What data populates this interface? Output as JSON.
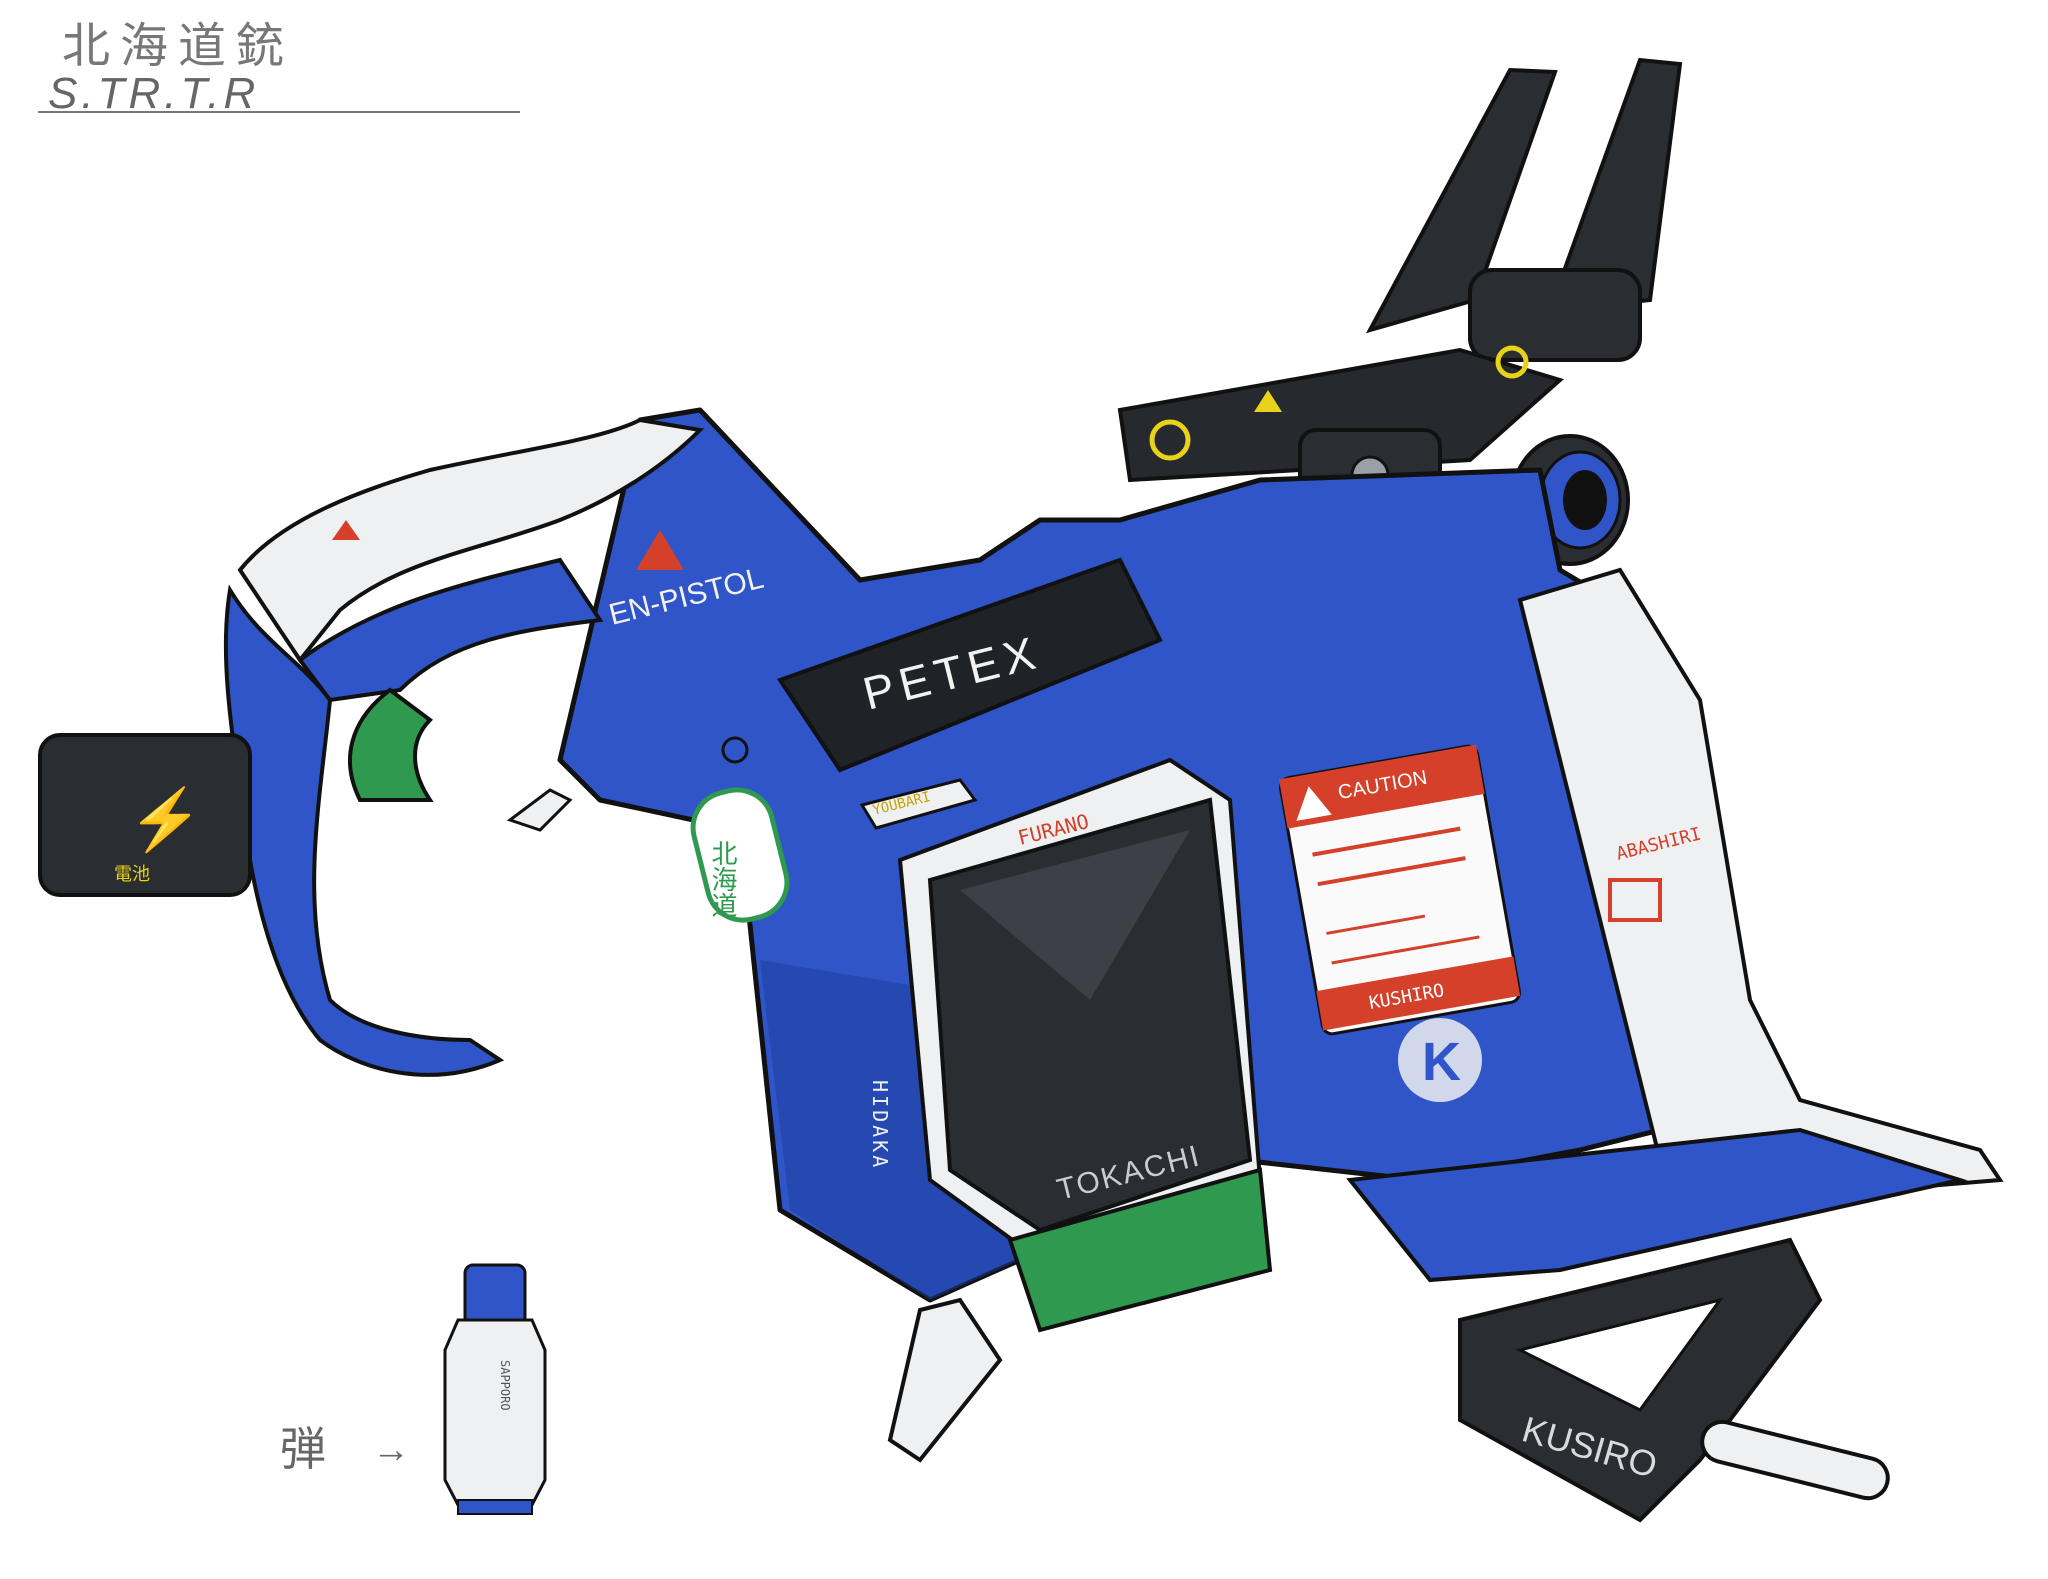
{
  "header": {
    "title_jp": "北海道銃",
    "signature": "S.TR.T.R"
  },
  "gun": {
    "brand": "PETEX",
    "model": "EN-PISTOL",
    "hex_tag": "YOUBARI",
    "magazine_label": "TOKACHI",
    "side_label_vertical": "HIDAKA",
    "mag_top_label": "FURANO",
    "right_panel_label": "ABASHIRI",
    "stock_label": "KUSIRO",
    "keychain_text": "北海道",
    "caution_title": "CAUTION",
    "caution_footer": "KUSHIRO",
    "emblem_letter": "K",
    "battery_symbol": "⚡",
    "battery_text": "電池"
  },
  "ammo": {
    "label_jp": "弾",
    "arrow": "→",
    "cartridge_text": "SAPPORO"
  },
  "colors": {
    "body_blue": "#2f55c8",
    "body_blue_dark": "#1e3c9a",
    "shell_white": "#eef0f2",
    "metal_black": "#1f2226",
    "grip_green": "#2f9a4f",
    "warning_red": "#d4402a",
    "accent_yellow": "#e8d21a",
    "outline": "#111111"
  }
}
